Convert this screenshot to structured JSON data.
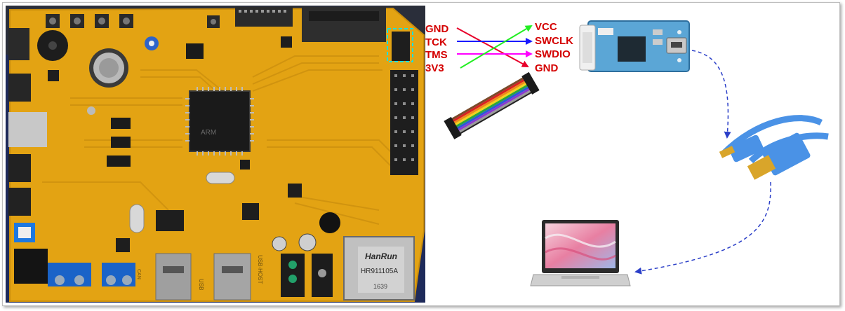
{
  "pins_left": [
    "GND",
    "TCK",
    "TMS",
    "3V3"
  ],
  "pins_right": [
    "VCC",
    "SWCLK",
    "SWDIO",
    "GND"
  ],
  "board_text": {
    "chip_brand": "ARM",
    "ethernet_brand": "HanRun",
    "ethernet_model": "HR911105A",
    "ethernet_code": "1639",
    "usb_label": "USB",
    "usb_host_label": "USB-HOST",
    "can_label": "CAN"
  },
  "colors": {
    "wire_gnd": "#e8002a",
    "wire_tck": "#1a1aff",
    "wire_tms": "#ff00ff",
    "wire_3v3": "#22ee22",
    "dashed_arrow": "#2b3fc8",
    "pcb": "#e3a313"
  }
}
